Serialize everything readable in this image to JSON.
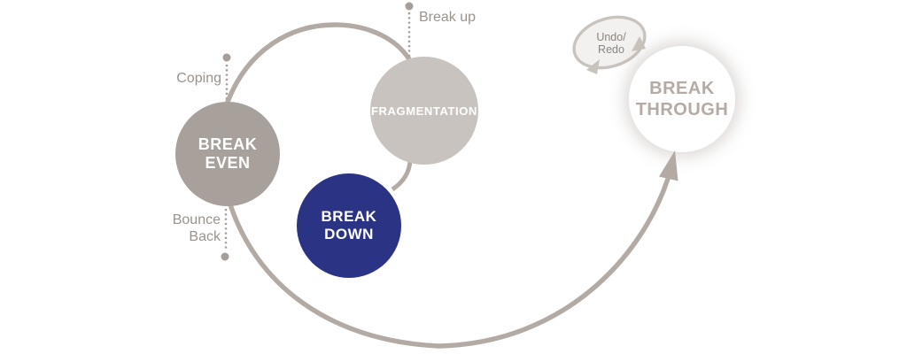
{
  "diagram": {
    "name": "breakthrough-cycle",
    "nodes": [
      {
        "id": "break-even",
        "label": "BREAK\nEVEN",
        "fill": "#a8a09a",
        "text_color": "#ffffff"
      },
      {
        "id": "fragmentation",
        "label": "FRAGMENTATION",
        "fill": "#c8c3bf",
        "text_color": "#ffffff"
      },
      {
        "id": "break-down",
        "label": "BREAK\nDOWN",
        "fill": "#2b3384",
        "text_color": "#ffffff"
      },
      {
        "id": "break-through",
        "label": "BREAK\nTHROUGH",
        "fill": "#ffffff",
        "text_color": "#b5aba4"
      }
    ],
    "labels": {
      "coping": "Coping",
      "break_up": "Break up",
      "bounce_back": "Bounce\nBack",
      "undo_redo": "Undo/\nRedo"
    },
    "colors": {
      "arc": "#b3aaa4",
      "dotted_line": "#a59d97",
      "annotation_text": "#9b928c",
      "undo_loop_fill": "#f3f1ef",
      "undo_loop_stroke": "#c9c3bd",
      "break_through_glow": "rgba(176,167,160,0.45)"
    }
  }
}
